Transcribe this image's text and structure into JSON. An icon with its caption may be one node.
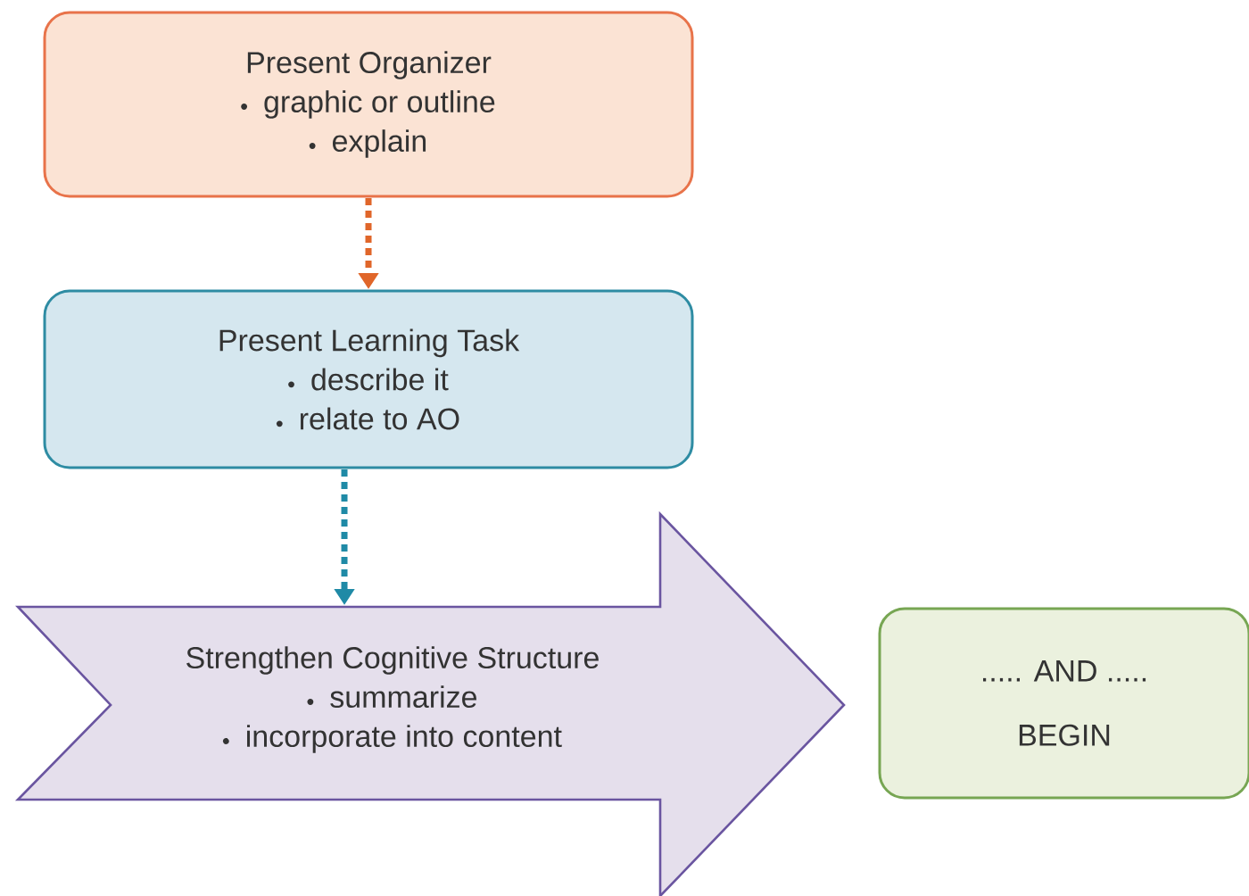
{
  "diagram": {
    "nodes": [
      {
        "text": [
          "Present Organizer",
          "graphic or outline",
          "explain"
        ]
      },
      {
        "text": [
          "Present Learning Task",
          "describe it",
          "relate to AO"
        ]
      },
      {
        "text": [
          "Strengthen  Cognitive Structure",
          "summarize",
          "incorporate into content"
        ]
      },
      {
        "text": [
          "..... AND .....",
          "BEGIN"
        ]
      }
    ],
    "edges": [
      {
        "from": 0,
        "to": 1,
        "arrow": "to",
        "color": "#e0662a"
      },
      {
        "from": 1,
        "to": 2,
        "arrow": "to",
        "color": "#1f8aa6"
      }
    ]
  }
}
